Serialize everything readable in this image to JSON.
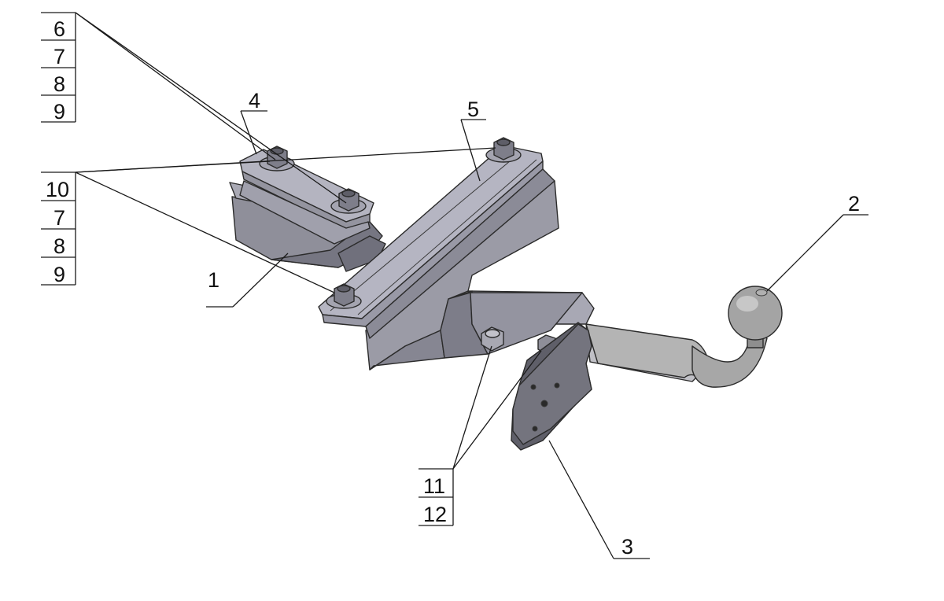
{
  "callouts": {
    "c1": "1",
    "c2": "2",
    "c3": "3",
    "c4": "4",
    "c5": "5",
    "stack_top": [
      "6",
      "7",
      "8",
      "9"
    ],
    "stack_left": [
      "10",
      "7",
      "8",
      "9"
    ],
    "stack_bottom": [
      "11",
      "12"
    ]
  },
  "colors": {
    "metal_light": "#b9b9c4",
    "metal_mid": "#8e8e99",
    "metal_dark": "#62626c",
    "ball": "#a4a4a4"
  }
}
